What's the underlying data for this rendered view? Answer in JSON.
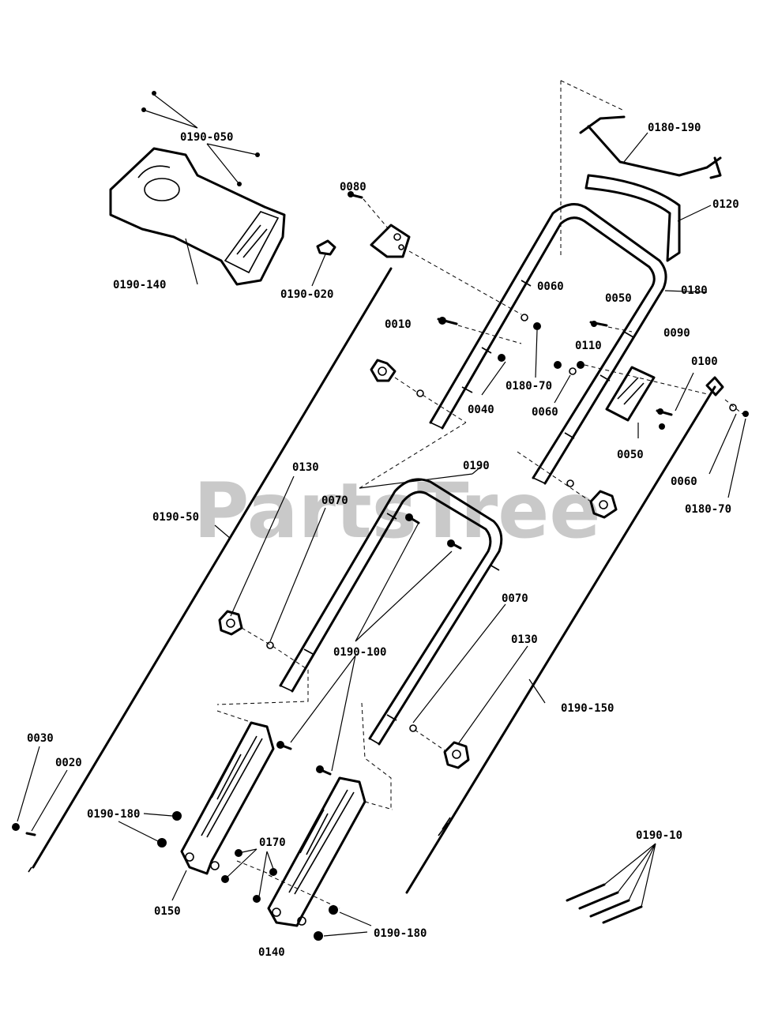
{
  "watermark": "PartsTree",
  "labels": {
    "l_0190_050": "0190-050",
    "l_0190_140": "0190-140",
    "l_0190_020": "0190-020",
    "l_0080": "0080",
    "l_0180_190": "0180-190",
    "l_0120": "0120",
    "l_0180": "0180",
    "l_0060_a": "0060",
    "l_0050_a": "0050",
    "l_0010": "0010",
    "l_0110": "0110",
    "l_0090": "0090",
    "l_0100": "0100",
    "l_0180_70_a": "0180-70",
    "l_0040": "0040",
    "l_0060_b": "0060",
    "l_0050_b": "0050",
    "l_0060_c": "0060",
    "l_0180_70_b": "0180-70",
    "l_0130_a": "0130",
    "l_0070_a": "0070",
    "l_0190": "0190",
    "l_0190_50": "0190-50",
    "l_0070_b": "0070",
    "l_0130_b": "0130",
    "l_0190_100": "0190-100",
    "l_0190_150": "0190-150",
    "l_0030": "0030",
    "l_0020": "0020",
    "l_0190_180_a": "0190-180",
    "l_0170": "0170",
    "l_0150": "0150",
    "l_0140": "0140",
    "l_0190_180_b": "0190-180",
    "l_0190_10": "0190-10"
  }
}
